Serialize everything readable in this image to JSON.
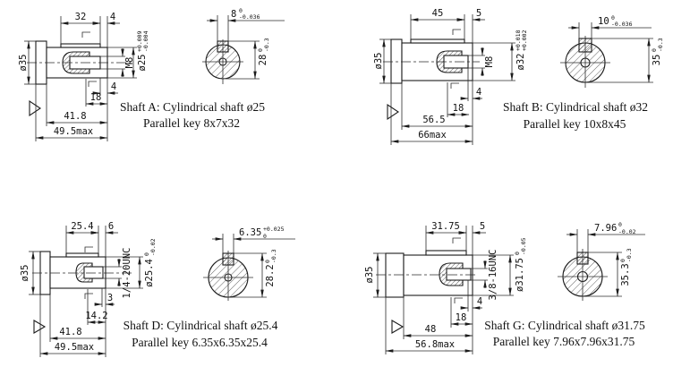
{
  "page": {
    "background": "#ffffff",
    "line_color": "#1c1c1c",
    "text_color": "#111111"
  },
  "panels": [
    {
      "id": "A",
      "caption1": "Shaft A: Cylindrical shaft ø25",
      "caption2": "Parallel key 8x7x32",
      "side": {
        "top_len": "32",
        "top_end": "4",
        "flange_dia": "ø35",
        "thread": "M8",
        "dia_main": "ø25",
        "dia_sup": "+0.009",
        "dia_sub": "-0.004",
        "low1": "4",
        "low2": "18",
        "low3": "41.8",
        "low4": "49.5max"
      },
      "end": {
        "key_main": "8",
        "key_sup": "0",
        "key_sub": "-0.036",
        "h_main": "28",
        "h_sup": "0",
        "h_sub": "-0.3"
      }
    },
    {
      "id": "B",
      "caption1": "Shaft B: Cylindrical shaft ø32",
      "caption2": "Parallel key 10x8x45",
      "side": {
        "top_len": "45",
        "top_end": "5",
        "flange_dia": "ø35",
        "thread": "M8",
        "dia_main": "ø32",
        "dia_sup": "+0.018",
        "dia_sub": "+0.002",
        "low1": "4",
        "low2": "18",
        "low3": "56.5",
        "low4": "66max"
      },
      "end": {
        "key_main": "10",
        "key_sup": "0",
        "key_sub": "-0.036",
        "h_main": "35",
        "h_sup": "0",
        "h_sub": "-0.3"
      }
    },
    {
      "id": "D",
      "caption1": "Shaft D: Cylindrical shaft ø25.4",
      "caption2": "Parallel key 6.35x6.35x25.4",
      "side": {
        "top_len": "25.4",
        "top_end": "6",
        "flange_dia": "ø35",
        "thread": "1/4-20UNC",
        "dia_main": "ø25.4",
        "dia_sup": "0",
        "dia_sub": "-0.02",
        "low1": "3",
        "low2": "14.2",
        "low3": "41.8",
        "low4": "49.5max"
      },
      "end": {
        "key_main": "6.35",
        "key_sup": "+0.025",
        "key_sub": "0",
        "h_main": "28.2",
        "h_sup": "0",
        "h_sub": "-0.3"
      }
    },
    {
      "id": "G",
      "caption1": "Shaft G: Cylindrical shaft ø31.75",
      "caption2": "Parallel key 7.96x7.96x31.75",
      "side": {
        "top_len": "31.75",
        "top_end": "5",
        "flange_dia": "ø35",
        "thread": "3/8-16UNC",
        "dia_main": "ø31.75",
        "dia_sup": "0",
        "dia_sub": "-0.05",
        "low1": "4",
        "low2": "18",
        "low3": "48",
        "low4": "56.8max"
      },
      "end": {
        "key_main": "7.96",
        "key_sup": "0",
        "key_sub": "-0.02",
        "h_main": "35.3",
        "h_sup": "0",
        "h_sub": "-0.3"
      }
    }
  ]
}
